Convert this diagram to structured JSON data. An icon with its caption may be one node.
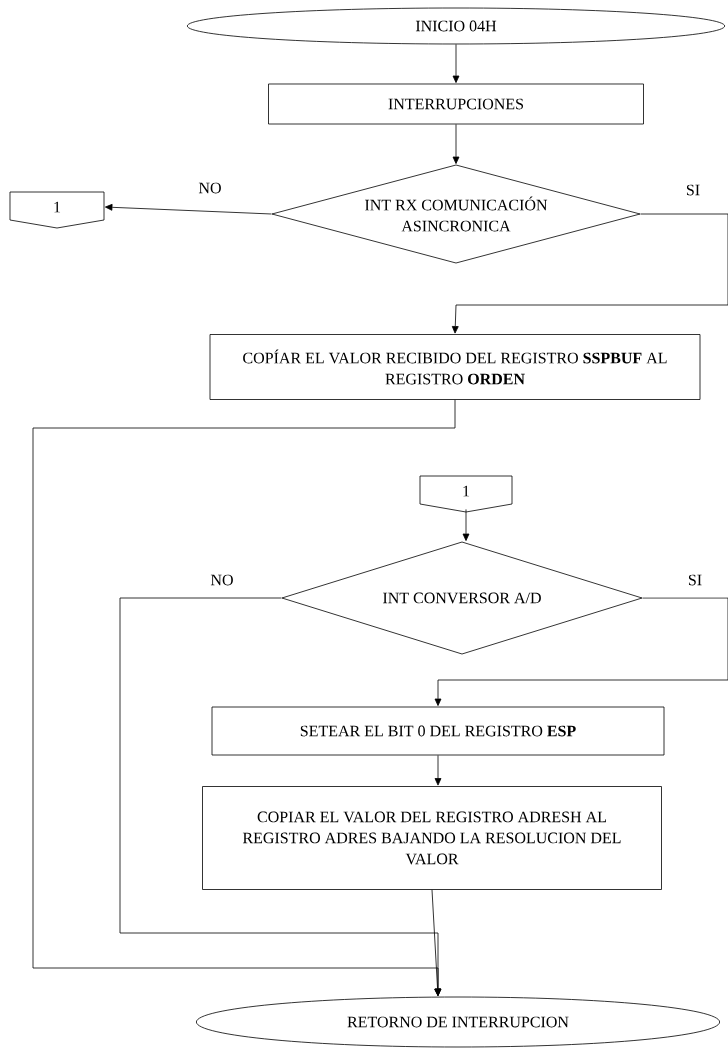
{
  "diagram": {
    "nodes": [
      {
        "text": [
          "INICIO 04H"
        ]
      },
      {
        "text": [
          "INTERRUPCIONES"
        ]
      },
      {
        "text": [
          "INT RX COMUNICACIÓN ASINCRONICA"
        ]
      },
      {
        "text": [
          "1"
        ]
      },
      {
        "text": [
          "COPÍAR EL VALOR RECIBIDO DEL REGISTRO **SSPBUF** AL REGISTRO **ORDEN**"
        ]
      },
      {
        "text": [
          "1"
        ]
      },
      {
        "text": [
          "INT CONVERSOR A/D"
        ]
      },
      {
        "text": [
          "SETEAR EL BIT 0 DEL REGISTRO **ESP**"
        ]
      },
      {
        "text": [
          "COPIAR EL VALOR DEL REGISTRO ADRESH AL REGISTRO ADRES BAJANDO LA RESOLUCION DEL VALOR"
        ]
      },
      {
        "text": [
          "RETORNO DE INTERRUPCION"
        ]
      }
    ],
    "edges": [
      {
        "from": 0,
        "to": 1,
        "arrow": "to"
      },
      {
        "from": 1,
        "to": 2,
        "arrow": "to"
      },
      {
        "from": 2,
        "to": 3,
        "arrow": "to",
        "label": "NO"
      },
      {
        "from": 2,
        "to": 4,
        "arrow": "to",
        "label": "SI"
      },
      {
        "from": 4,
        "to": 9,
        "arrow": "to"
      },
      {
        "from": 5,
        "to": 6,
        "arrow": "to"
      },
      {
        "from": 6,
        "to": 7,
        "arrow": "to",
        "label": "SI"
      },
      {
        "from": 6,
        "to": 9,
        "arrow": "to",
        "label": "NO"
      },
      {
        "from": 7,
        "to": 8,
        "arrow": "to"
      },
      {
        "from": 8,
        "to": 9,
        "arrow": "to"
      }
    ]
  }
}
